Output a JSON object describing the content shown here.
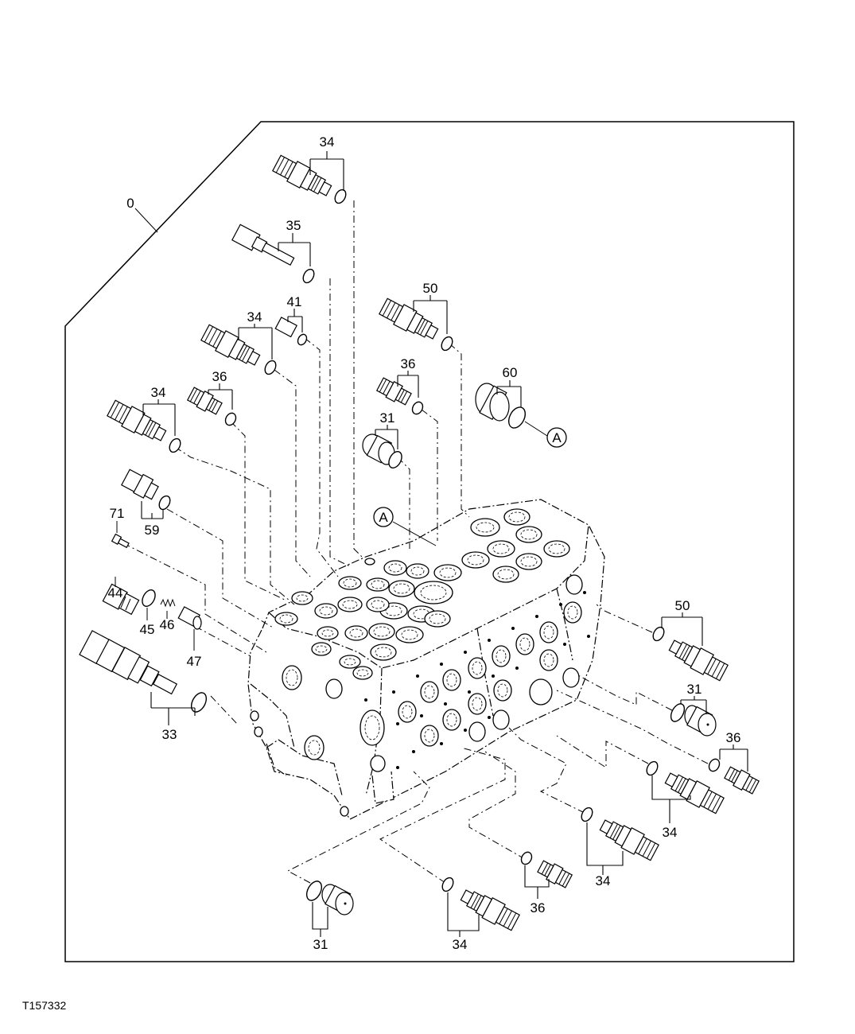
{
  "figure_id": "T157332",
  "callouts": {
    "assembly": "0",
    "p34_top": "34",
    "p35": "35",
    "p41": "41",
    "p34_mid": "34",
    "p36_left": "36",
    "p34_left": "34",
    "p50_top": "50",
    "p36_center": "36",
    "p31_center": "31",
    "p60": "60",
    "ref_a_plug": "A",
    "ref_a_body": "A",
    "p71": "71",
    "p59": "59",
    "p44": "44",
    "p45": "45",
    "p46": "46",
    "p47": "47",
    "p33": "33",
    "p50_right": "50",
    "p31_right": "31",
    "p36_right": "36",
    "p34_right": "34",
    "p34_lower_right": "34",
    "p36_bottom": "36",
    "p34_bottom": "34",
    "p31_bottom": "31"
  }
}
